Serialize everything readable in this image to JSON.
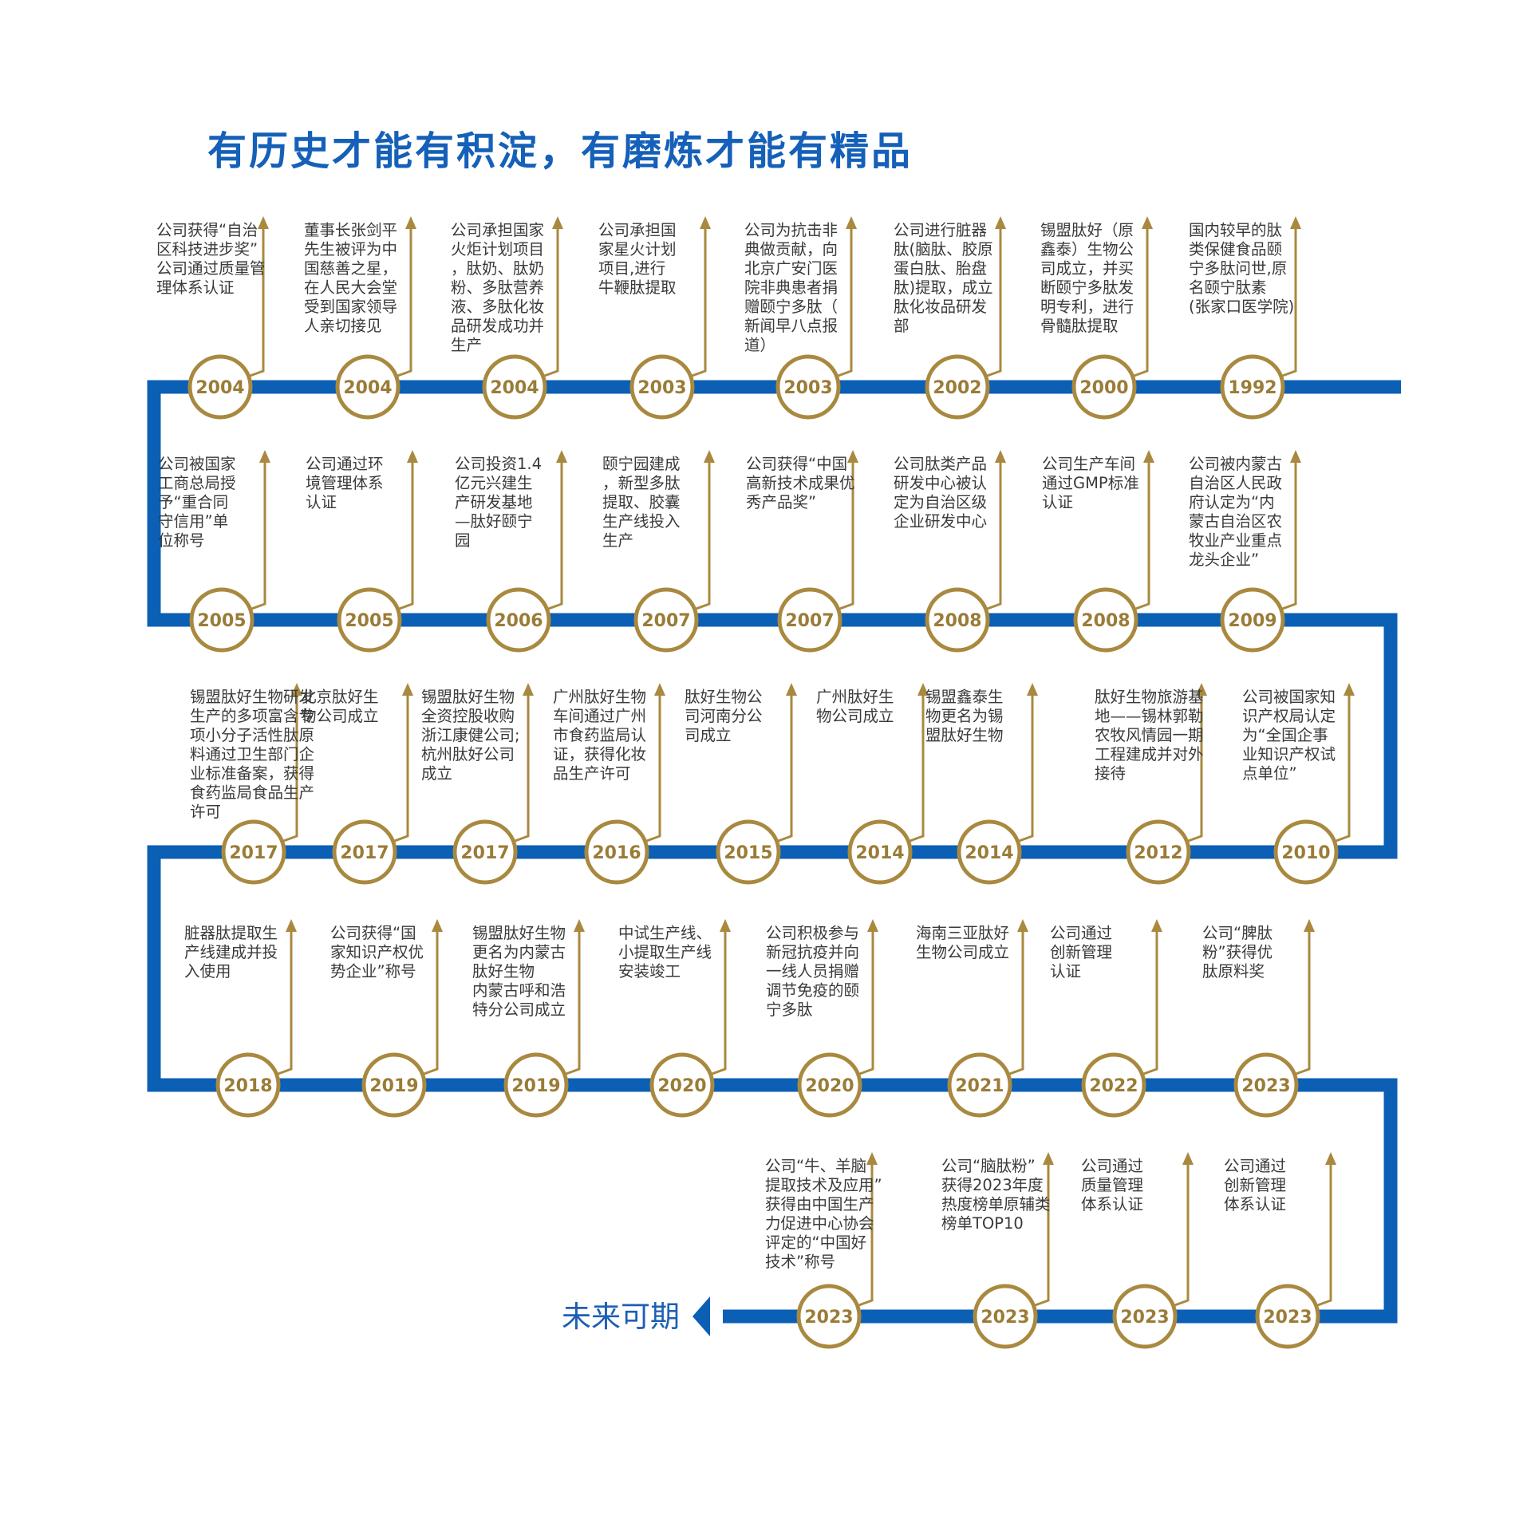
{
  "title": "有历史才能有积淀，有磨炼才能有精品",
  "end_label": "未来可期",
  "colors": {
    "track": "#0b5fb4",
    "gold": "#a9893f",
    "year_text": "#9a7c37",
    "text": "#3a3a3a"
  },
  "rows": [
    {
      "events": [
        {
          "year": "2004",
          "text": "公司获得“自治\n区科技进步奖”\n公司通过质量管\n理体系认证"
        },
        {
          "year": "2004",
          "text": "董事长张剑平\n先生被评为中\n国慈善之星，\n在人民大会堂\n受到国家领导\n人亲切接见"
        },
        {
          "year": "2004",
          "text": "公司承担国家\n火炬计划项目\n，肽奶、肽奶\n粉、多肽营养\n液、多肽化妆\n品研发成功并\n生产"
        },
        {
          "year": "2003",
          "text": "公司承担国\n家星火计划\n项目,进行\n牛鞭肽提取"
        },
        {
          "year": "2003",
          "text": "公司为抗击非\n典做贡献，向\n北京广安门医\n院非典患者捐\n赠颐宁多肽（\n新闻早八点报\n道）"
        },
        {
          "year": "2002",
          "text": "公司进行脏器\n肽(脑肽、胶原\n蛋白肽、胎盘\n肽)提取，成立\n肽化妆品研发\n部"
        },
        {
          "year": "2000",
          "text": "锡盟肽好（原\n鑫泰）生物公\n司成立，并买\n断颐宁多肽发\n明专利，进行\n骨髓肽提取"
        },
        {
          "year": "1992",
          "text": "国内较早的肽\n类保健食品颐\n宁多肽问世,原\n名颐宁肽素\n(张家口医学院)"
        }
      ]
    },
    {
      "events": [
        {
          "year": "2005",
          "text": "公司被国家\n工商总局授\n予“重合同\n守信用”单\n位称号"
        },
        {
          "year": "2005",
          "text": "公司通过环\n境管理体系\n认证"
        },
        {
          "year": "2006",
          "text": "公司投资1.4\n亿元兴建生\n产研发基地\n—肽好颐宁\n园"
        },
        {
          "year": "2007",
          "text": "颐宁园建成\n，新型多肽\n提取、胶囊\n生产线投入\n生产"
        },
        {
          "year": "2007",
          "text": "公司获得“中国\n高新技术成果优\n秀产品奖”"
        },
        {
          "year": "2008",
          "text": "公司肽类产品\n研发中心被认\n定为自治区级\n企业研发中心"
        },
        {
          "year": "2008",
          "text": "公司生产车间\n通过GMP标准\n认证"
        },
        {
          "year": "2009",
          "text": "公司被内蒙古\n自治区人民政\n府认定为“内\n蒙古自治区农\n牧业产业重点\n龙头企业”"
        }
      ]
    },
    {
      "events": [
        {
          "year": "2017",
          "text": "锡盟肽好生物研发\n生产的多项富含专\n项小分子活性肽原\n料通过卫生部门企\n业标准备案，获得\n食药监局食品生产\n许可"
        },
        {
          "year": "2017",
          "text": "北京肽好生\n物公司成立"
        },
        {
          "year": "2017",
          "text": "锡盟肽好生物\n全资控股收购\n浙江康健公司;\n杭州肽好公司\n成立"
        },
        {
          "year": "2016",
          "text": "广州肽好生物\n车间通过广州\n市食药监局认\n证，获得化妆\n品生产许可"
        },
        {
          "year": "2015",
          "text": "肽好生物公\n司河南分公\n司成立"
        },
        {
          "year": "2014",
          "text": "广州肽好生\n物公司成立"
        },
        {
          "year": "2014",
          "text": "锡盟鑫泰生\n物更名为锡\n盟肽好生物"
        },
        {
          "year": "2012",
          "text": "肽好生物旅游基\n地——锡林郭勒\n农牧风情园一期\n工程建成并对外\n接待"
        },
        {
          "year": "2010",
          "text": "公司被国家知\n识产权局认定\n为“全国企事\n业知识产权试\n点单位”"
        }
      ]
    },
    {
      "events": [
        {
          "year": "2018",
          "text": "脏器肽提取生\n产线建成并投\n入使用"
        },
        {
          "year": "2019",
          "text": "公司获得“国\n家知识产权优\n势企业”称号"
        },
        {
          "year": "2019",
          "text": "锡盟肽好生物\n更名为内蒙古\n肽好生物\n内蒙古呼和浩\n特分公司成立"
        },
        {
          "year": "2020",
          "text": "中试生产线、\n小提取生产线\n安装竣工"
        },
        {
          "year": "2020",
          "text": "公司积极参与\n新冠抗疫并向\n一线人员捐赠\n调节免疫的颐\n宁多肽"
        },
        {
          "year": "2021",
          "text": "海南三亚肽好\n生物公司成立"
        },
        {
          "year": "2022",
          "text": "公司通过\n创新管理\n认证"
        },
        {
          "year": "2023",
          "text": "公司“脾肽\n粉”获得优\n肽原料奖"
        }
      ]
    },
    {
      "events": [
        {
          "year": "2023",
          "text": "公司“牛、羊脑\n提取技术及应用”\n获得由中国生产\n力促进中心协会\n评定的“中国好\n技术”称号"
        },
        {
          "year": "2023",
          "text": "公司“脑肽粉”\n获得2023年度\n热度榜单原辅类\n榜单TOP10"
        },
        {
          "year": "2023",
          "text": "公司通过\n质量管理\n体系认证"
        },
        {
          "year": "2023",
          "text": "公司通过\n创新管理\n体系认证"
        }
      ]
    }
  ]
}
